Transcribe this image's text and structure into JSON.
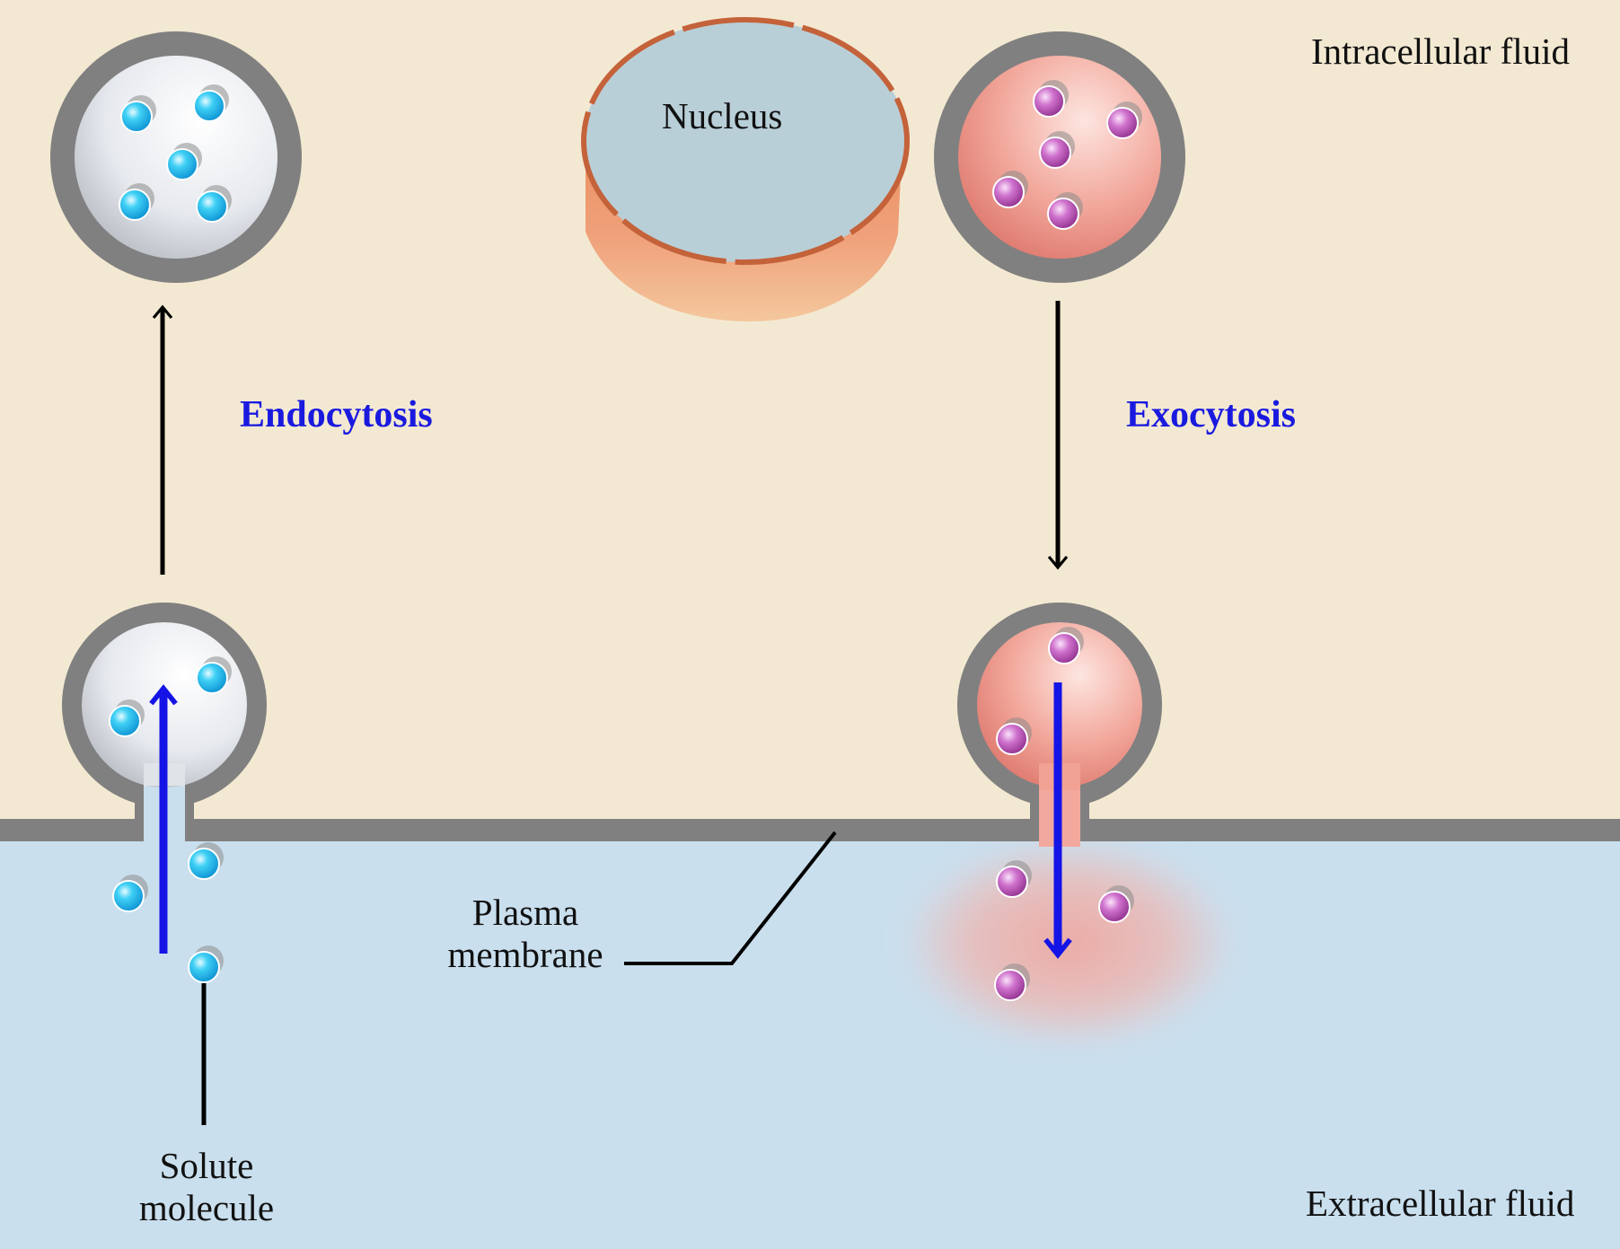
{
  "labels": {
    "intracellular": "Intracellular fluid",
    "extracellular": "Extracellular fluid",
    "nucleus": "Nucleus",
    "endocytosis": "Endocytosis",
    "exocytosis": "Exocytosis",
    "plasma_membrane_line1": "Plasma",
    "plasma_membrane_line2": "membrane",
    "solute_line1": "Solute",
    "solute_line2": "molecule"
  },
  "colors": {
    "intracellular_fluid": "#f3e9d2",
    "extracellular_fluid": "#c9dfee",
    "membrane": "#808080",
    "nucleus_fill": "#b9cfd8",
    "nucleus_envelope": "#c4623a",
    "endocytosis_solute": "#1fb6ea",
    "exocytosis_solute": "#c45ac2",
    "process_arrow": "#1414e6",
    "process_label": "#1a1adf"
  },
  "icons": {
    "endocytosis_solute": "cyan-sphere",
    "exocytosis_solute": "magenta-sphere"
  }
}
